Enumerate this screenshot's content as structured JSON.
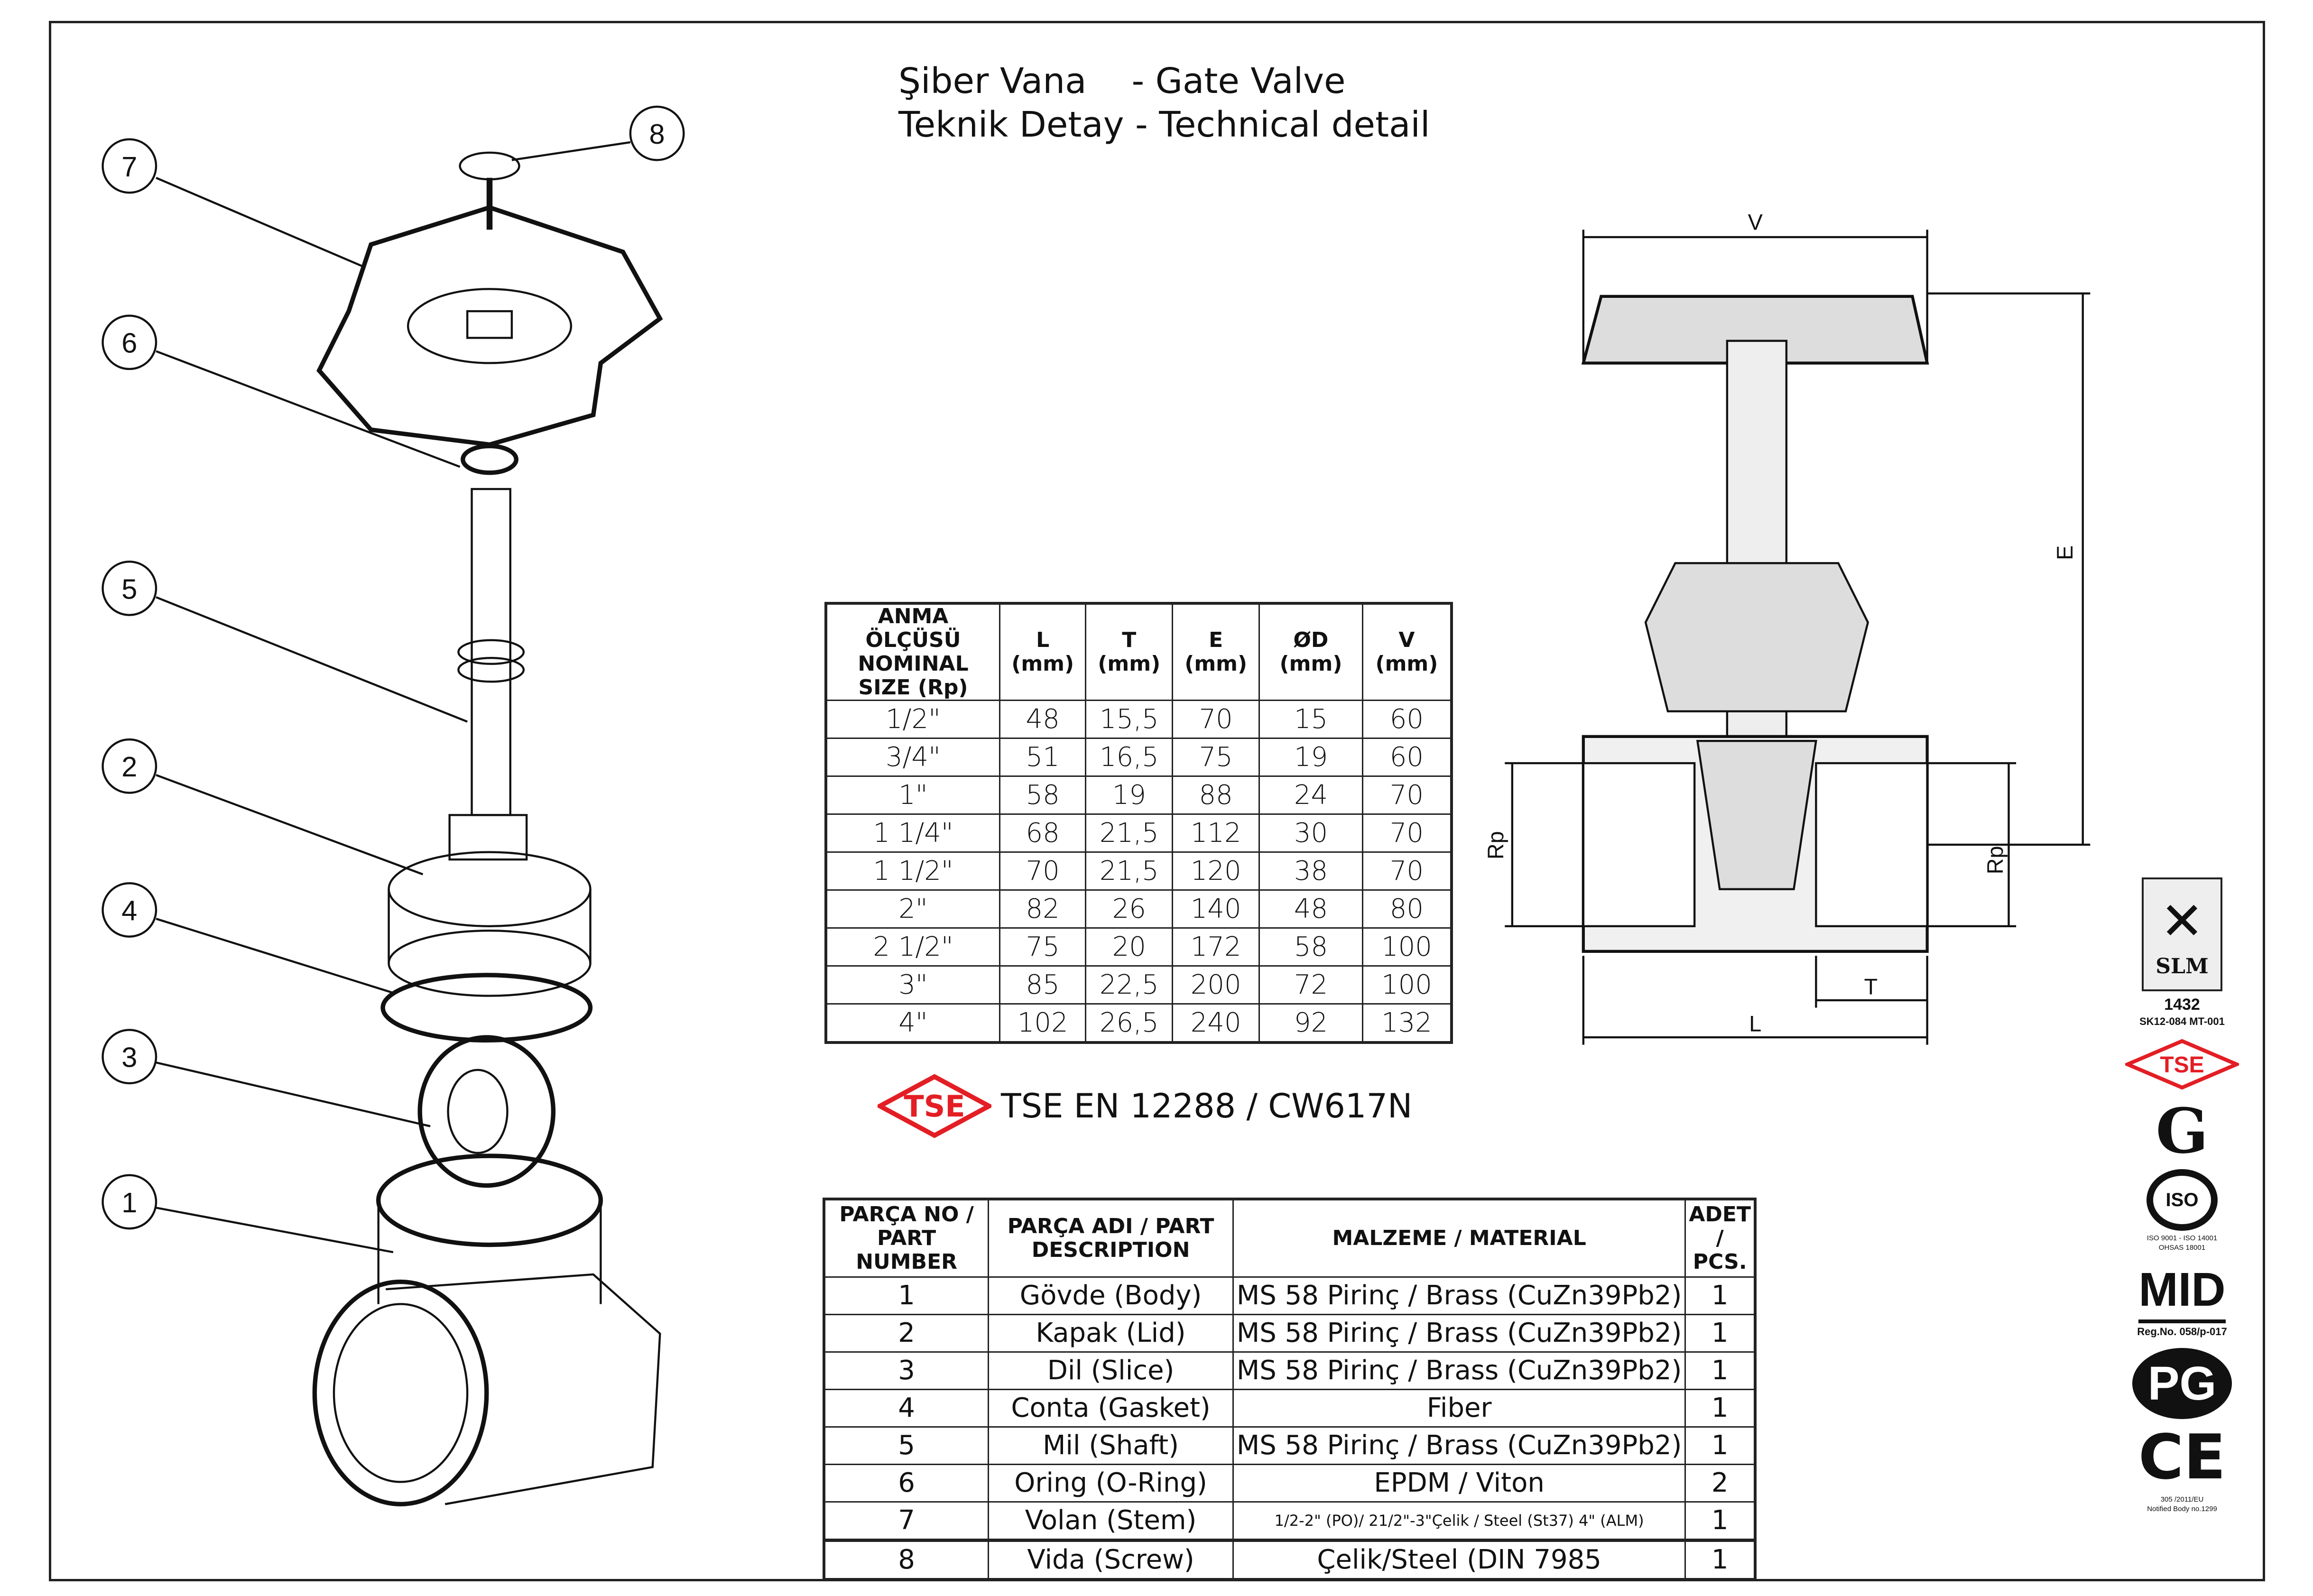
{
  "title": {
    "line1_tr": "Şiber Vana",
    "line1_en": "- Gate Valve",
    "line2": "Teknik Detay - Technical detail"
  },
  "callouts": [
    "1",
    "2",
    "3",
    "4",
    "5",
    "6",
    "7",
    "8"
  ],
  "section_labels": {
    "V": "V",
    "E": "E",
    "L": "L",
    "T": "T",
    "Rp_left": "Rp",
    "Rp_right": "Rp"
  },
  "dimension_table": {
    "headers": [
      "ANMA ÖLÇÜSÜ NOMINAL SIZE (Rp)",
      "L (mm)",
      "T (mm)",
      "E (mm)",
      "ØD (mm)",
      "V (mm)"
    ],
    "rows": [
      [
        "1/2\"",
        "48",
        "15,5",
        "70",
        "15",
        "60"
      ],
      [
        "3/4\"",
        "51",
        "16,5",
        "75",
        "19",
        "60"
      ],
      [
        "1\"",
        "58",
        "19",
        "88",
        "24",
        "70"
      ],
      [
        "1 1/4\"",
        "68",
        "21,5",
        "112",
        "30",
        "70"
      ],
      [
        "1 1/2\"",
        "70",
        "21,5",
        "120",
        "38",
        "70"
      ],
      [
        "2\"",
        "82",
        "26",
        "140",
        "48",
        "80"
      ],
      [
        "2 1/2\"",
        "75",
        "20",
        "172",
        "58",
        "100"
      ],
      [
        "3\"",
        "85",
        "22,5",
        "200",
        "72",
        "100"
      ],
      [
        "4\"",
        "102",
        "26,5",
        "240",
        "92",
        "132"
      ]
    ]
  },
  "standard": {
    "logo": "TSE",
    "text": "TSE EN 12288 / CW617N",
    "color": "#e31e24"
  },
  "parts_table": {
    "headers": [
      "PARÇA NO / PART NUMBER",
      "PARÇA ADI / PART DESCRIPTION",
      "MALZEME / MATERIAL",
      "ADET / PCS."
    ],
    "rows": [
      [
        "1",
        "Gövde (Body)",
        "MS 58 Pirinç / Brass (CuZn39Pb2)",
        "1"
      ],
      [
        "2",
        "Kapak (Lid)",
        "MS 58 Pirinç / Brass (CuZn39Pb2)",
        "1"
      ],
      [
        "3",
        "Dil (Slice)",
        "MS 58 Pirinç / Brass (CuZn39Pb2)",
        "1"
      ],
      [
        "4",
        "Conta (Gasket)",
        "Fiber",
        "1"
      ],
      [
        "5",
        "Mil (Shaft)",
        "MS 58 Pirinç / Brass (CuZn39Pb2)",
        "1"
      ],
      [
        "6",
        "Oring (O-Ring)",
        "EPDM / Viton",
        "2"
      ],
      [
        "7",
        "Volan (Stem)",
        "1/2-2\" (PO)/ 21/2\"-3\"Çelik / Steel (St37) 4\" (ALM)",
        "1"
      ],
      [
        "8",
        "Vida  (Screw)",
        "Çelik/Steel (DIN  7985",
        "1"
      ]
    ]
  },
  "certifications": {
    "slm": {
      "logo": "SLM",
      "number": "1432",
      "code": "SK12-084 MT-001"
    },
    "tse": "TSE",
    "g": "G",
    "iso": {
      "logo": "ISO",
      "text1": "ISO 9001 - ISO 14001",
      "text2": "OHSAS 18001"
    },
    "mid": {
      "logo": "MID",
      "reg": "Reg.No. 058/p-017"
    },
    "pg": "PG",
    "ce": {
      "logo": "CE",
      "text1": "305 /2011/EU",
      "text2": "Notified Body no.1299"
    }
  }
}
